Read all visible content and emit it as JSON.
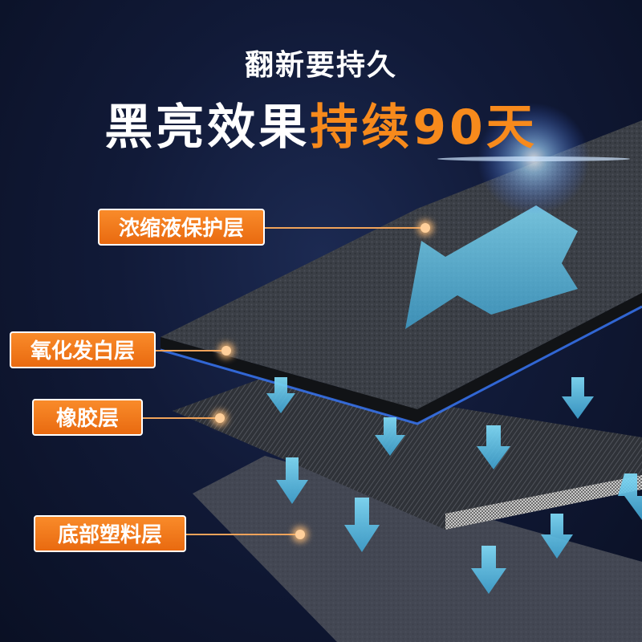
{
  "header": {
    "subtitle": "翻新要持久",
    "headline_white": "黑亮效果",
    "headline_orange": "持续90天"
  },
  "layers": [
    {
      "label": "浓缩液保护层"
    },
    {
      "label": "氧化发白层"
    },
    {
      "label": "橡胶层"
    },
    {
      "label": "底部塑料层"
    }
  ],
  "colors": {
    "accent_orange": "#f78a1c",
    "arrow_cyan": "#5fc8ea",
    "background": "#111a38"
  }
}
